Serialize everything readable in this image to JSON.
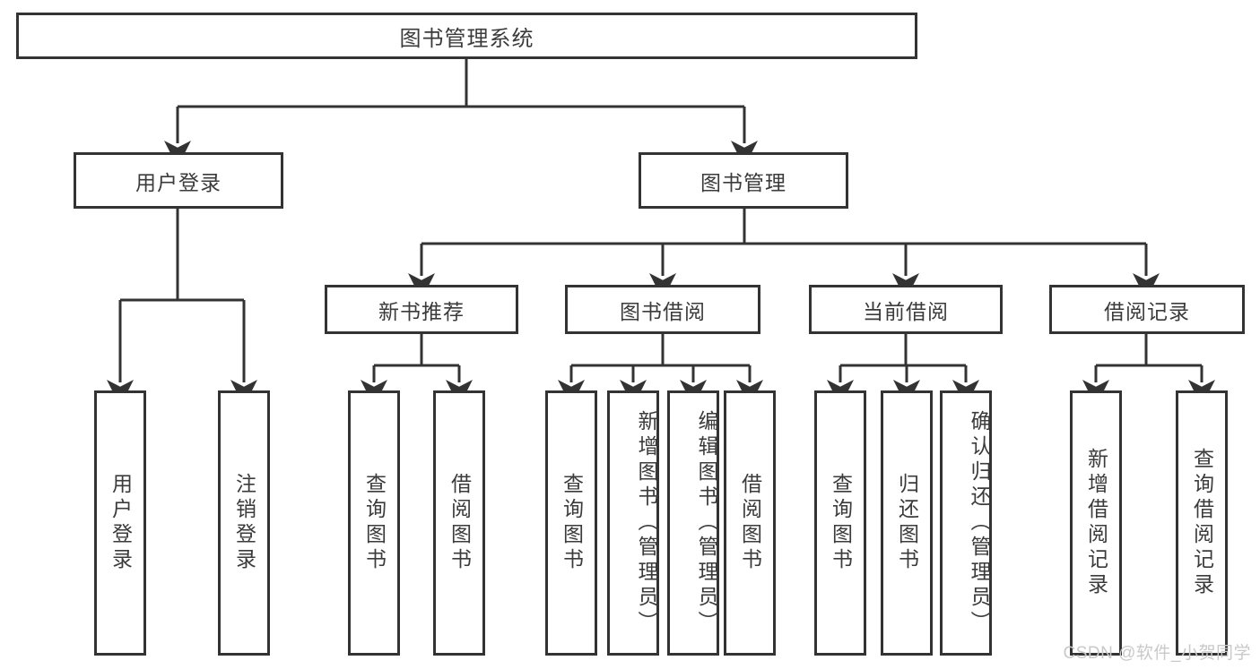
{
  "diagram": {
    "type": "hierarchy-tree",
    "title": "图书管理系统",
    "root": {
      "label": "图书管理系统"
    },
    "level2": [
      {
        "label": "用户登录"
      },
      {
        "label": "图书管理"
      }
    ],
    "level3": [
      {
        "label": "新书推荐"
      },
      {
        "label": "图书借阅"
      },
      {
        "label": "当前借阅"
      },
      {
        "label": "借阅记录"
      }
    ],
    "leaves": {
      "user_login": [
        {
          "label": "用户登录"
        },
        {
          "label": "注销登录"
        }
      ],
      "new_book_recommend": [
        {
          "label": "查询图书"
        },
        {
          "label": "借阅图书"
        }
      ],
      "book_borrow": [
        {
          "label": "查询图书"
        },
        {
          "label": "新增图书（管理员）"
        },
        {
          "label": "编辑图书（管理员）"
        },
        {
          "label": "借阅图书"
        }
      ],
      "current_borrow": [
        {
          "label": "查询图书"
        },
        {
          "label": "归还图书"
        },
        {
          "label": "确认归还（管理员）"
        }
      ],
      "borrow_record": [
        {
          "label": "新增借阅记录"
        },
        {
          "label": "查询借阅记录"
        }
      ]
    }
  },
  "watermark": {
    "text": "CSDN @软件_小贺同学"
  },
  "colors": {
    "stroke": "#333333",
    "box_fill": "#ffffff",
    "text": "#3b3b3b",
    "watermark": "#c9c9c9",
    "background": "#ffffff"
  }
}
